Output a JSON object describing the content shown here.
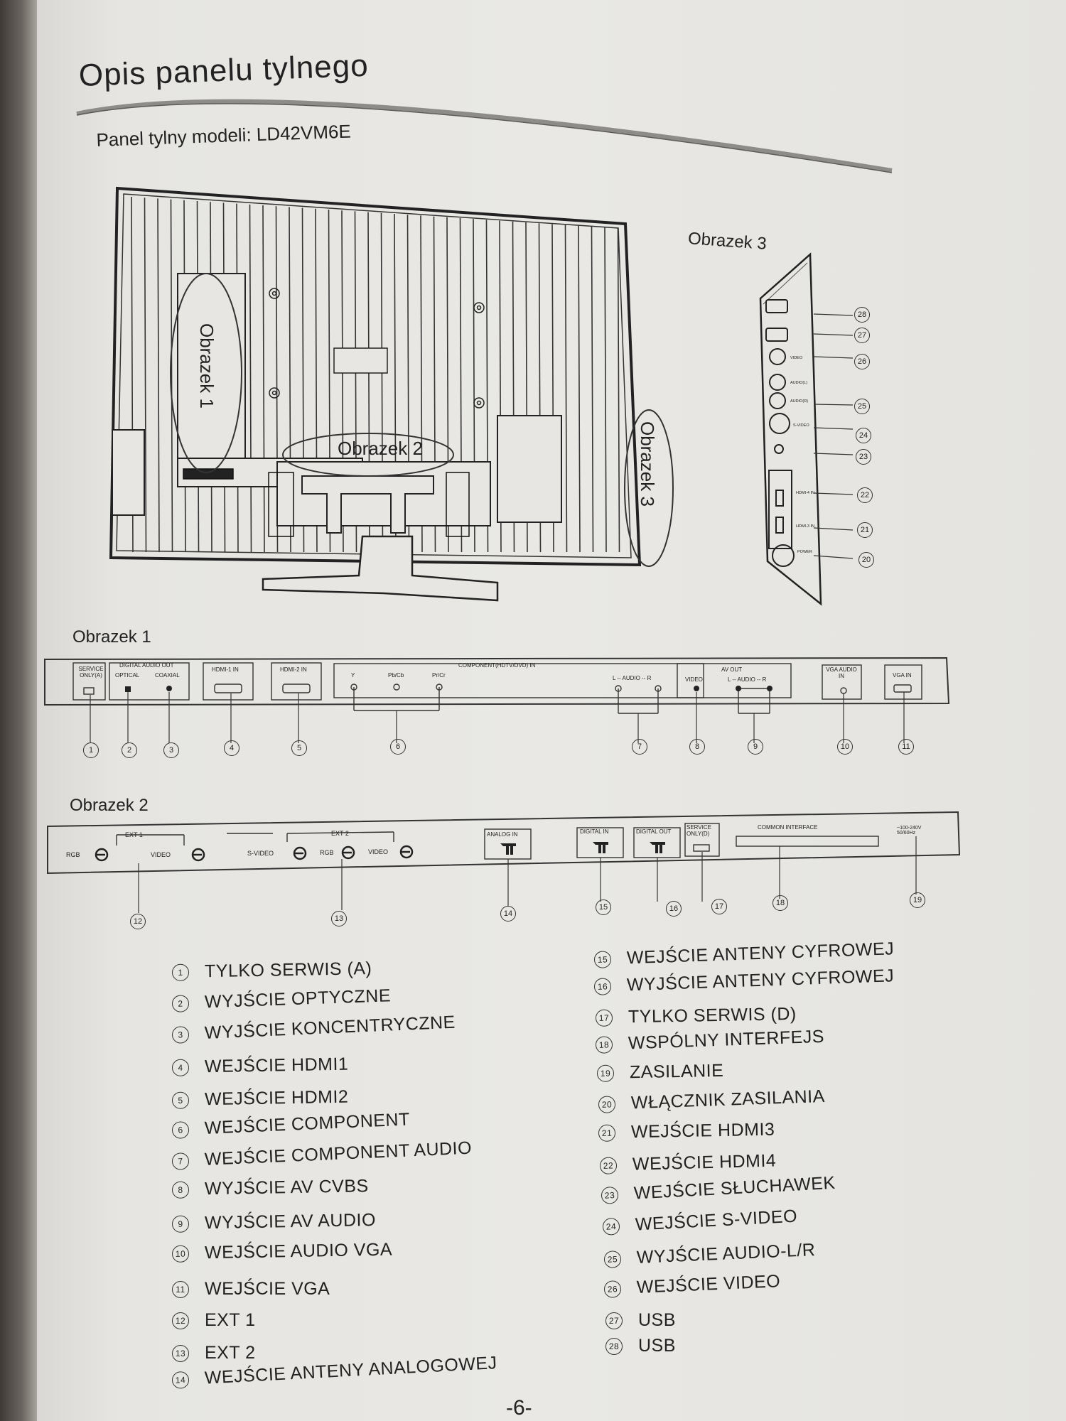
{
  "title": "Opis panelu tylnego",
  "subtitle": "Panel tylny modeli: LD42VM6E",
  "figures": {
    "fig1_overlay": "Obrazek 1",
    "fig2_overlay": "Obrazek 2",
    "fig3_overlay": "Obrazek 3",
    "fig3_label": "Obrazek 3",
    "fig1_label": "Obrazek 1",
    "fig2_label": "Obrazek 2"
  },
  "panel1": {
    "service": "SERVICE ONLY(A)",
    "digital_audio_out": "DIGITAL AUDIO OUT",
    "optical": "OPTICAL",
    "coaxial": "COAXIAL",
    "hdmi1": "HDMI-1 IN",
    "hdmi2": "HDMI-2 IN",
    "component": "COMPONENT(HDTV/DVD) IN",
    "y": "Y",
    "pbcb": "Pb/Cb",
    "prcr": "Pr/Cr",
    "audio_lr": "L -- AUDIO -- R",
    "av_out": "AV OUT",
    "video": "VIDEO",
    "av_audio": "L -- AUDIO -- R",
    "vga_audio": "VGA AUDIO IN",
    "vga_in": "VGA IN"
  },
  "panel2": {
    "ext1": "EXT 1",
    "rgb1": "RGB",
    "video1": "VIDEO",
    "ext2": "EXT 2",
    "svideo": "S-VIDEO",
    "rgb2": "RGB",
    "video2": "VIDEO",
    "analog_in": "ANALOG IN",
    "digital_in": "DIGITAL IN",
    "digital_out": "DIGITAL OUT",
    "service_d": "SERVICE ONLY(D)",
    "common_interface": "COMMON INTERFACE",
    "power": "~100-240V 50/60Hz"
  },
  "panel3": {
    "video": "VIDEO",
    "audio_l": "AUDIO(L)",
    "audio_r": "AUDIO(R)",
    "svideo": "S-VIDEO",
    "hdmi4": "HDMI-4 IN",
    "hdmi3": "HDMI-3 IN",
    "power": "POWER"
  },
  "legend_left": [
    {
      "n": "1",
      "label": "TYLKO SERWIS (A)"
    },
    {
      "n": "2",
      "label": "WYJŚCIE OPTYCZNE"
    },
    {
      "n": "3",
      "label": "WYJŚCIE KONCENTRYCZNE"
    },
    {
      "n": "4",
      "label": "WEJŚCIE HDMI1"
    },
    {
      "n": "5",
      "label": "WEJŚCIE HDMI2"
    },
    {
      "n": "6",
      "label": "WEJŚCIE COMPONENT"
    },
    {
      "n": "7",
      "label": "WEJŚCIE COMPONENT AUDIO"
    },
    {
      "n": "8",
      "label": "WYJŚCIE AV CVBS"
    },
    {
      "n": "9",
      "label": "WYJŚCIE AV AUDIO"
    },
    {
      "n": "10",
      "label": "WEJŚCIE AUDIO VGA"
    },
    {
      "n": "11",
      "label": "WEJŚCIE VGA"
    },
    {
      "n": "12",
      "label": "EXT 1"
    },
    {
      "n": "13",
      "label": "EXT 2"
    },
    {
      "n": "14",
      "label": "WEJŚCIE ANTENY ANALOGOWEJ"
    }
  ],
  "legend_right": [
    {
      "n": "15",
      "label": "WEJŚCIE ANTENY CYFROWEJ"
    },
    {
      "n": "16",
      "label": "WYJŚCIE ANTENY CYFROWEJ"
    },
    {
      "n": "17",
      "label": "TYLKO SERWIS (D)"
    },
    {
      "n": "18",
      "label": "WSPÓLNY INTERFEJS"
    },
    {
      "n": "19",
      "label": "ZASILANIE"
    },
    {
      "n": "20",
      "label": "WŁĄCZNIK ZASILANIA"
    },
    {
      "n": "21",
      "label": "WEJŚCIE HDMI3"
    },
    {
      "n": "22",
      "label": "WEJŚCIE HDMI4"
    },
    {
      "n": "23",
      "label": "WEJŚCIE SŁUCHAWEK"
    },
    {
      "n": "24",
      "label": "WEJŚCIE S-VIDEO"
    },
    {
      "n": "25",
      "label": "WYJŚCIE AUDIO-L/R"
    },
    {
      "n": "26",
      "label": "WEJŚCIE VIDEO"
    },
    {
      "n": "27",
      "label": "USB"
    },
    {
      "n": "28",
      "label": "USB"
    }
  ],
  "page_number": "-6-"
}
